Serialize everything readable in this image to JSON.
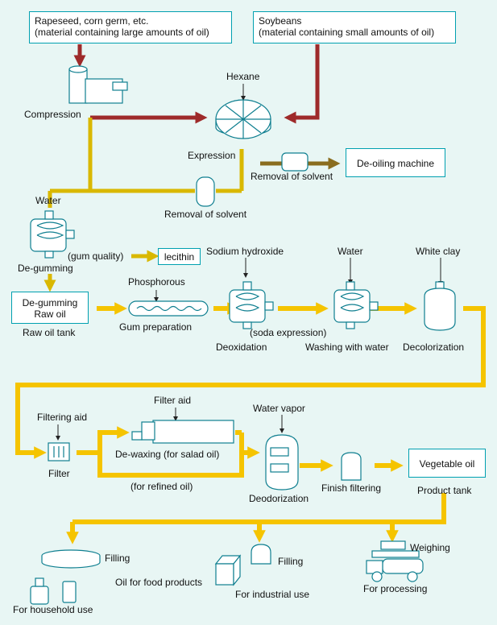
{
  "colors": {
    "background": "#e8f6f4",
    "oil_flow": "#d9b800",
    "material_flow": "#9e2a2a",
    "secondary_flow": "#8a6d1f",
    "main_arrow": "#f5c400",
    "box_border": "#00a0b0",
    "equipment_fill": "#ffffff",
    "equipment_stroke": "#0f7f90"
  },
  "boxes": {
    "rapeseed_line1": "Rapeseed, corn germ, etc.",
    "rapeseed_line2": "(material containing large amounts of oil)",
    "soybean_line1": "Soybeans",
    "soybean_line2": "(material containing small amounts of oil)",
    "de_oiling": "De-oiling machine",
    "lecithin": "lecithin",
    "raw_oil_line1": "De-gumming",
    "raw_oil_line2": "Raw oil",
    "vegetable_oil": "Vegetable oil"
  },
  "labels": {
    "hexane": "Hexane",
    "compression": "Compression",
    "expression": "Expression",
    "removal_solvent_1": "Removal of solvent",
    "removal_solvent_2": "Removal of solvent",
    "water_1": "Water",
    "de_gumming": "De-gumming",
    "gum_quality": "(gum quality)",
    "sodium_hydroxide": "Sodium hydroxide",
    "water_2": "Water",
    "white_clay": "White clay",
    "phosphorous": "Phosphorous",
    "raw_oil_tank": "Raw oil tank",
    "gum_preparation": "Gum preparation",
    "soda_expression": "(soda expression)",
    "deoxidation": "Deoxidation",
    "washing_with_water": "Washing with water",
    "decolorization": "Decolorization",
    "filter_aid": "Filter aid",
    "filtering_aid": "Filtering aid",
    "water_vapor": "Water vapor",
    "filter": "Filter",
    "de_waxing": "De-waxing (for salad oil)",
    "for_refined_oil": "(for refined oil)",
    "deodorization": "Deodorization",
    "finish_filtering": "Finish filtering",
    "product_tank": "Product tank",
    "weighing": "Weighing",
    "filling_1": "Filling",
    "filling_2": "Filling",
    "oil_food_products": "Oil for food products",
    "for_industrial_use": "For industrial use",
    "for_processing": "For processing",
    "for_household_use": "For household use"
  }
}
